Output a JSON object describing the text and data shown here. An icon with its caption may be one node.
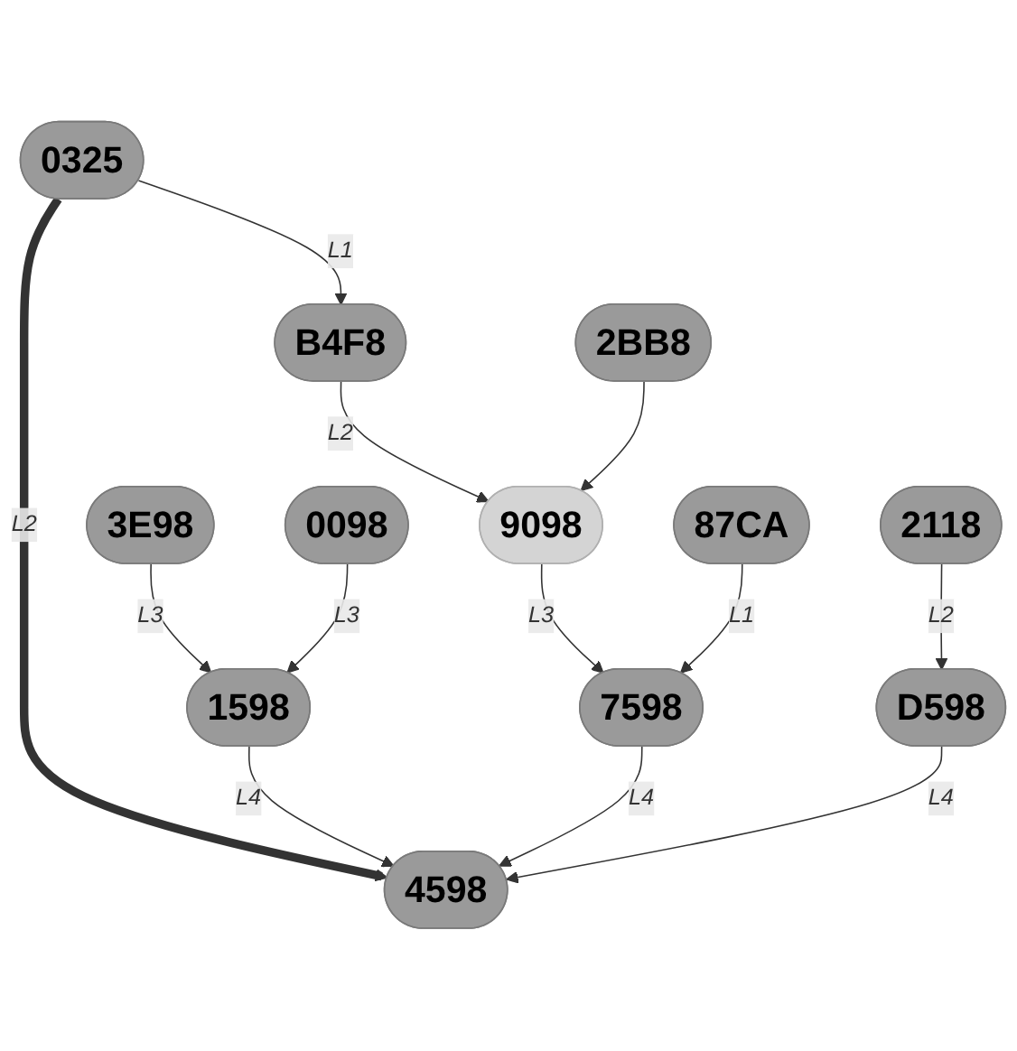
{
  "diagram": {
    "nodes": [
      {
        "text": [
          "B4F8"
        ]
      },
      {
        "text": [
          "0325"
        ]
      },
      {
        "text": [
          "3E98"
        ]
      },
      {
        "text": [
          "9098"
        ]
      },
      {
        "text": [
          "2BB8"
        ]
      },
      {
        "text": [
          "0098"
        ]
      },
      {
        "text": [
          "1598"
        ]
      },
      {
        "text": [
          "7598"
        ]
      },
      {
        "text": [
          "4598"
        ]
      },
      {
        "text": [
          "D598"
        ]
      },
      {
        "text": [
          "2118"
        ]
      },
      {
        "text": [
          "87CA"
        ]
      }
    ],
    "edges": [
      {
        "from": 1,
        "to": 0,
        "arrow": "to",
        "label": "L1"
      },
      {
        "from": 0,
        "to": 3,
        "arrow": "to",
        "label": "L2"
      },
      {
        "from": 4,
        "to": 3,
        "arrow": "to"
      },
      {
        "from": 1,
        "to": 8,
        "arrow": "to",
        "label": "L2",
        "style": "thick"
      },
      {
        "from": 2,
        "to": 6,
        "arrow": "to",
        "label": "L3"
      },
      {
        "from": 5,
        "to": 6,
        "arrow": "to",
        "label": "L3"
      },
      {
        "from": 3,
        "to": 7,
        "arrow": "to",
        "label": "L3"
      },
      {
        "from": 11,
        "to": 7,
        "arrow": "to",
        "label": "L1"
      },
      {
        "from": 10,
        "to": 9,
        "arrow": "to",
        "label": "L2"
      },
      {
        "from": 6,
        "to": 8,
        "arrow": "to",
        "label": "L4"
      },
      {
        "from": 7,
        "to": 8,
        "arrow": "to",
        "label": "L4"
      },
      {
        "from": 9,
        "to": 8,
        "arrow": "to",
        "label": "L4"
      }
    ]
  }
}
